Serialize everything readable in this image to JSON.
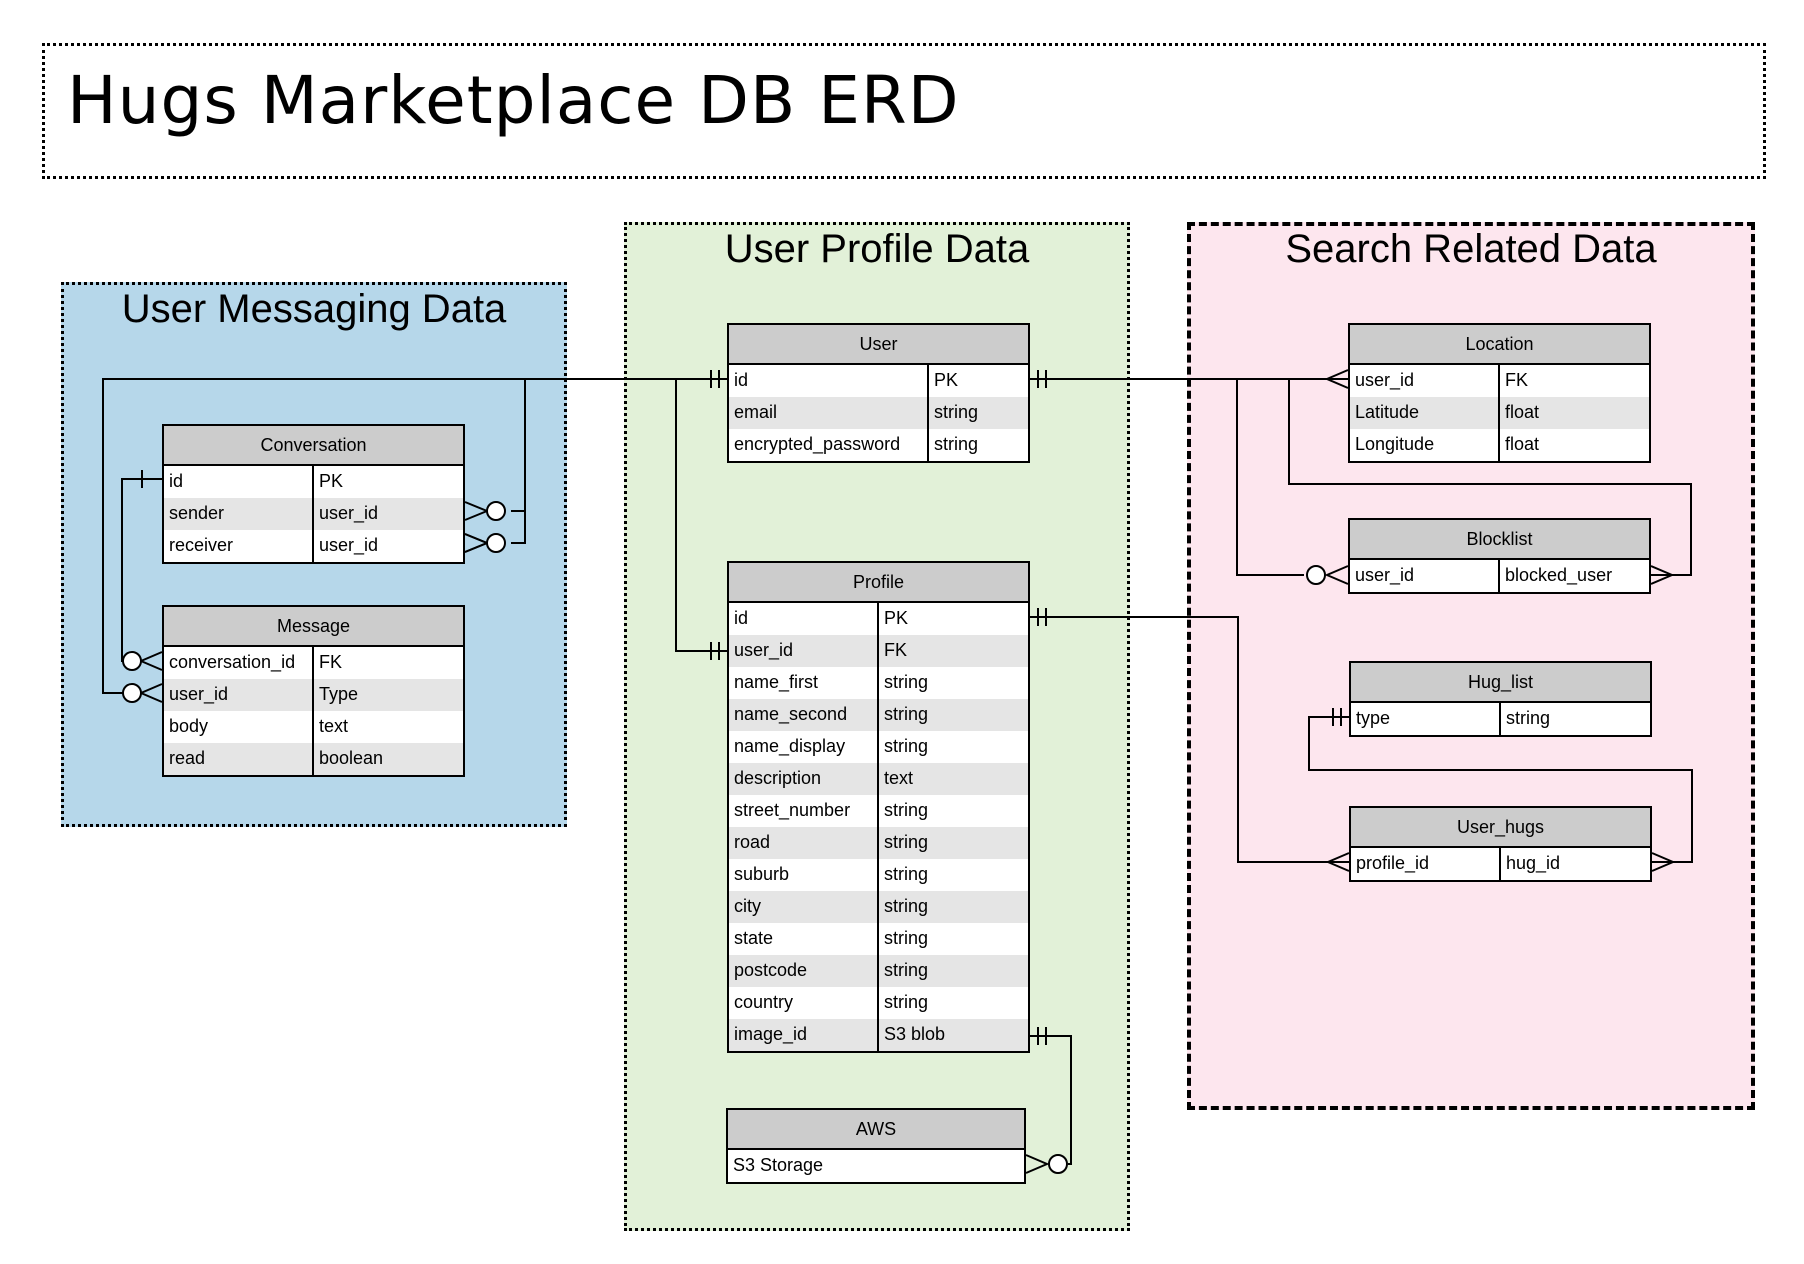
{
  "title": "Hugs Marketplace DB ERD",
  "groups": {
    "messaging": {
      "title": "User Messaging Data",
      "fill": "#b6d7ea"
    },
    "profile": {
      "title": "User Profile Data",
      "fill": "#e2f1d8"
    },
    "search": {
      "title": "Search Related Data",
      "fill": "#fde6ee"
    }
  },
  "colors": {
    "header": "#cccccc",
    "alt_row": "#e5e5e5",
    "line": "#000000"
  },
  "entities": {
    "conversation": {
      "name": "Conversation",
      "rows": [
        {
          "field": "id",
          "type": "PK"
        },
        {
          "field": "sender",
          "type": "user_id"
        },
        {
          "field": "receiver",
          "type": "user_id"
        }
      ]
    },
    "message": {
      "name": "Message",
      "rows": [
        {
          "field": "conversation_id",
          "type": "FK"
        },
        {
          "field": "user_id",
          "type": "Type"
        },
        {
          "field": "body",
          "type": "text"
        },
        {
          "field": "read",
          "type": "boolean"
        }
      ]
    },
    "user": {
      "name": "User",
      "rows": [
        {
          "field": "id",
          "type": "PK"
        },
        {
          "field": "email",
          "type": "string"
        },
        {
          "field": "encrypted_password",
          "type": "string"
        }
      ]
    },
    "profile": {
      "name": "Profile",
      "rows": [
        {
          "field": "id",
          "type": "PK"
        },
        {
          "field": "user_id",
          "type": "FK"
        },
        {
          "field": "name_first",
          "type": "string"
        },
        {
          "field": "name_second",
          "type": "string"
        },
        {
          "field": "name_display",
          "type": "string"
        },
        {
          "field": "description",
          "type": "text"
        },
        {
          "field": "street_number",
          "type": "string"
        },
        {
          "field": "road",
          "type": "string"
        },
        {
          "field": "suburb",
          "type": "string"
        },
        {
          "field": "city",
          "type": "string"
        },
        {
          "field": "state",
          "type": "string"
        },
        {
          "field": "postcode",
          "type": "string"
        },
        {
          "field": "country",
          "type": "string"
        },
        {
          "field": "image_id",
          "type": "S3 blob"
        }
      ]
    },
    "aws": {
      "name": "AWS",
      "rows": [
        {
          "field": "S3 Storage",
          "type": ""
        }
      ]
    },
    "location": {
      "name": "Location",
      "rows": [
        {
          "field": "user_id",
          "type": "FK"
        },
        {
          "field": "Latitude",
          "type": "float"
        },
        {
          "field": "Longitude",
          "type": "float"
        }
      ]
    },
    "blocklist": {
      "name": "Blocklist",
      "rows": [
        {
          "field": "user_id",
          "type": "blocked_user"
        }
      ]
    },
    "hug_list": {
      "name": "Hug_list",
      "rows": [
        {
          "field": "type",
          "type": "string"
        }
      ]
    },
    "user_hugs": {
      "name": "User_hugs",
      "rows": [
        {
          "field": "profile_id",
          "type": "hug_id"
        }
      ]
    }
  },
  "relationships": [
    {
      "from": "User.id",
      "from_end": "one-mandatory",
      "to": "Conversation.sender",
      "to_end": "zero-or-many"
    },
    {
      "from": "User.id",
      "from_end": "one-mandatory",
      "to": "Conversation.receiver",
      "to_end": "zero-or-many"
    },
    {
      "from": "User.id",
      "from_end": "one-mandatory",
      "to": "Message.user_id",
      "to_end": "zero-or-many"
    },
    {
      "from": "Conversation.id",
      "from_end": "one",
      "to": "Message.conversation_id",
      "to_end": "zero-or-many"
    },
    {
      "from": "User.id",
      "from_end": "one-mandatory",
      "to": "Profile.user_id",
      "to_end": "one-mandatory"
    },
    {
      "from": "User.id",
      "from_end": "one-mandatory",
      "to": "Location.user_id",
      "to_end": "many"
    },
    {
      "from": "User.id",
      "from_end": "one-mandatory",
      "to": "Blocklist.user_id",
      "to_end": "zero-or-many"
    },
    {
      "from": "User.id",
      "from_end": "one-mandatory",
      "to": "Blocklist.blocked_user",
      "to_end": "many"
    },
    {
      "from": "Profile.id",
      "from_end": "one-mandatory",
      "to": "User_hugs.profile_id",
      "to_end": "many"
    },
    {
      "from": "Hug_list.type",
      "from_end": "one-mandatory",
      "to": "User_hugs.hug_id",
      "to_end": "many"
    },
    {
      "from": "Profile.image_id",
      "from_end": "one-mandatory",
      "to": "AWS.S3 Storage",
      "to_end": "zero-or-many"
    }
  ]
}
